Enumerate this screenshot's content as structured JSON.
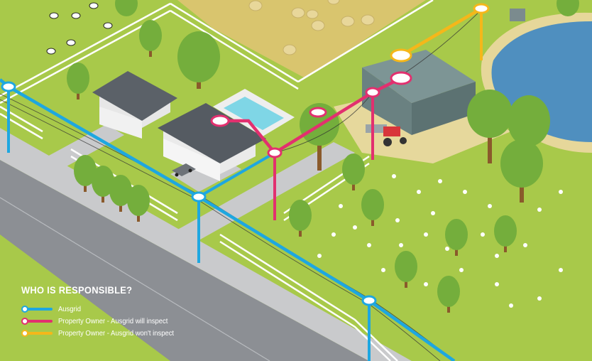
{
  "legend": {
    "title": "WHO IS RESPONSIBLE?",
    "items": [
      {
        "label": "Ausgrid",
        "color": "#1ea7e0"
      },
      {
        "label": "Property Owner - Ausgrid will inspect",
        "color": "#e2306f"
      },
      {
        "label": "Property Owner - Ausgrid won't inspect",
        "color": "#f5b71a"
      }
    ]
  },
  "colors": {
    "grass": "#a8c94a",
    "road": "#8a8d92",
    "path": "#c9c9c9",
    "field": "#d8c36a",
    "water": "#4f8fbf",
    "roof": "#5b6168",
    "shed": "#6e8787",
    "tree": "#6ea83a"
  }
}
